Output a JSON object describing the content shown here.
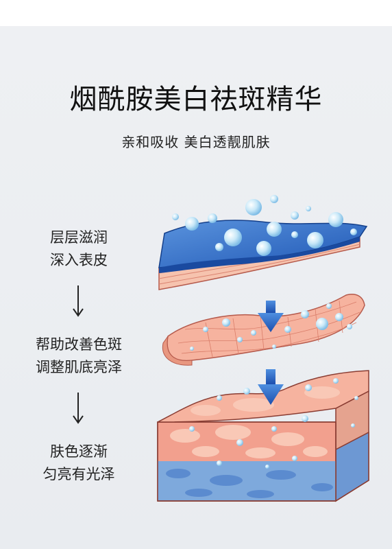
{
  "title": "烟酰胺美白祛斑精华",
  "subtitle": "亲和吸收 美白透靓肌肤",
  "steps": [
    {
      "line1": "层层滋润",
      "line2": "深入表皮"
    },
    {
      "line1": "帮助改善色斑",
      "line2": "调整肌底亮泽"
    },
    {
      "line1": "肤色逐渐",
      "line2": "匀亮有光泽"
    }
  ],
  "icons": {
    "step_arrow": "arrow-down-icon",
    "layer_arrow": "blue-arrow-down-icon"
  },
  "colors": {
    "essence_blue": "#2f6fd0",
    "droplet": "#bfe3f7",
    "skin_pink": "#f2a696",
    "skin_light": "#f6c3ae",
    "dermis_blue": "#7ea9dc"
  }
}
